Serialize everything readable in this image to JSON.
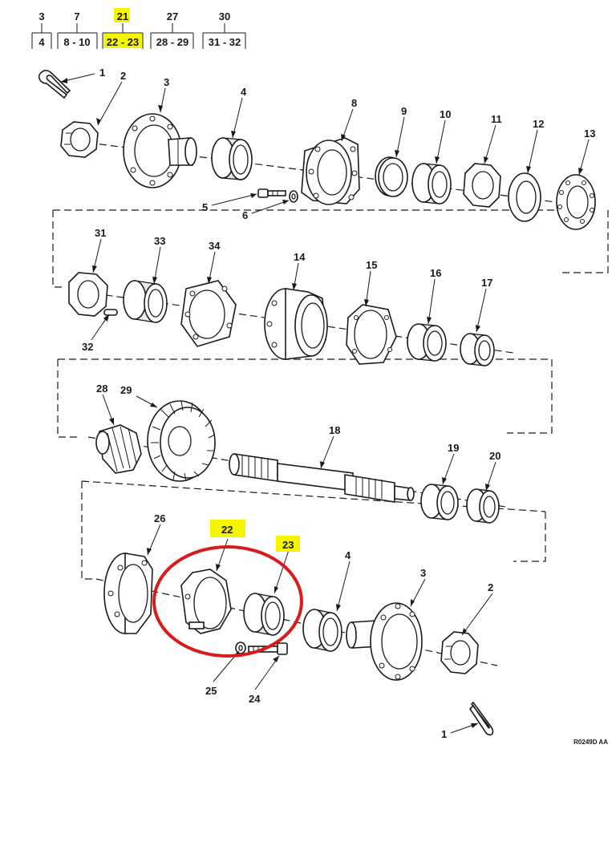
{
  "figure_ref": "R0249D AA",
  "highlight_color": "#f5f500",
  "circle_color": "#d81c1c",
  "header_refs": [
    {
      "num": "3",
      "range": "4",
      "highlighted": false
    },
    {
      "num": "7",
      "range": "8 - 10",
      "highlighted": false
    },
    {
      "num": "21",
      "range": "22 - 23",
      "highlighted": true
    },
    {
      "num": "27",
      "range": "28 - 29",
      "highlighted": false
    },
    {
      "num": "30",
      "range": "31 - 32",
      "highlighted": false
    }
  ],
  "callouts": [
    {
      "id": "1",
      "part": "cotter-pin"
    },
    {
      "id": "2",
      "part": "castle-nut"
    },
    {
      "id": "3",
      "part": "flange-yoke"
    },
    {
      "id": "4",
      "part": "bearing-cup"
    },
    {
      "id": "5",
      "part": "bolt"
    },
    {
      "id": "6",
      "part": "washer"
    },
    {
      "id": "8",
      "part": "bearing-housing"
    },
    {
      "id": "9",
      "part": "oil-seal"
    },
    {
      "id": "10",
      "part": "bearing-cone"
    },
    {
      "id": "11",
      "part": "nut"
    },
    {
      "id": "12",
      "part": "lock-washer"
    },
    {
      "id": "13",
      "part": "thrust-washer"
    },
    {
      "id": "14",
      "part": "bearing-cage"
    },
    {
      "id": "15",
      "part": "shim"
    },
    {
      "id": "16",
      "part": "bearing-cup"
    },
    {
      "id": "17",
      "part": "bearing-cone"
    },
    {
      "id": "18",
      "part": "input-shaft"
    },
    {
      "id": "19",
      "part": "bearing-cone"
    },
    {
      "id": "20",
      "part": "bearing-cup"
    },
    {
      "id": "22",
      "part": "bearing-retainer",
      "highlighted": true
    },
    {
      "id": "23",
      "part": "bearing-cup",
      "highlighted": true
    },
    {
      "id": "24",
      "part": "bolt"
    },
    {
      "id": "25",
      "part": "washer"
    },
    {
      "id": "26",
      "part": "gasket"
    },
    {
      "id": "28",
      "part": "pinion-gear"
    },
    {
      "id": "29",
      "part": "bevel-gear"
    },
    {
      "id": "31",
      "part": "nut"
    },
    {
      "id": "32",
      "part": "pin"
    },
    {
      "id": "33",
      "part": "spacer"
    },
    {
      "id": "34",
      "part": "gasket"
    }
  ]
}
